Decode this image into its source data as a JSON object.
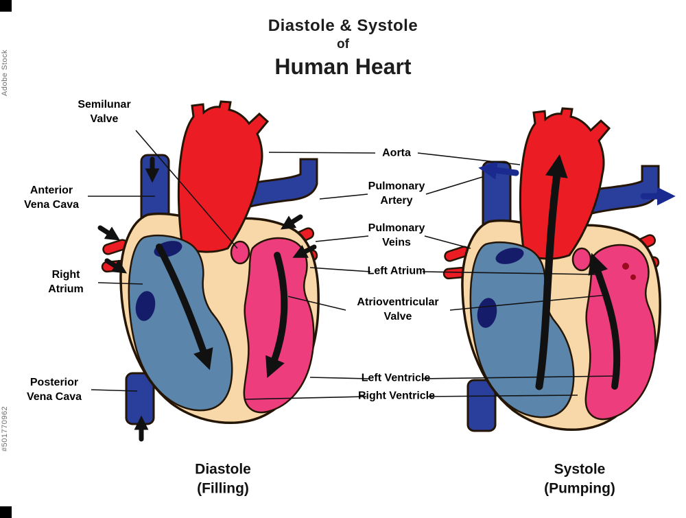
{
  "watermark": {
    "brand": "Adobe Stock",
    "id": "#501770962"
  },
  "title": {
    "line1": "Diastole & Systole",
    "line2": "of",
    "line3": "Human Heart"
  },
  "labels": {
    "semilunar_valve": "Semilunar\nValve",
    "anterior_vena_cava": "Anterior\nVena Cava",
    "right_atrium": "Right\nAtrium",
    "posterior_vena_cava": "Posterior\nVena Cava",
    "aorta": "Aorta",
    "pulmonary_artery": "Pulmonary\nArtery",
    "pulmonary_veins": "Pulmonary\nVeins",
    "left_atrium": "Left Atrium",
    "atrioventricular_valve": "Atrioventricular\nValve",
    "left_ventricle": "Left Ventricle",
    "right_ventricle": "Right Ventricle"
  },
  "captions": {
    "diastole": "Diastole\n(Filling)",
    "systole": "Systole\n(Pumping)"
  },
  "colors": {
    "aorta_red": "#ec1c24",
    "vessel_blue": "#2a3f9b",
    "right_chamber_blue": "#5b85aa",
    "left_chamber_pink": "#ee3d7d",
    "heart_wall": "#f8d8a8",
    "navy_blob": "#151d6b",
    "arrow_black": "#111111"
  }
}
